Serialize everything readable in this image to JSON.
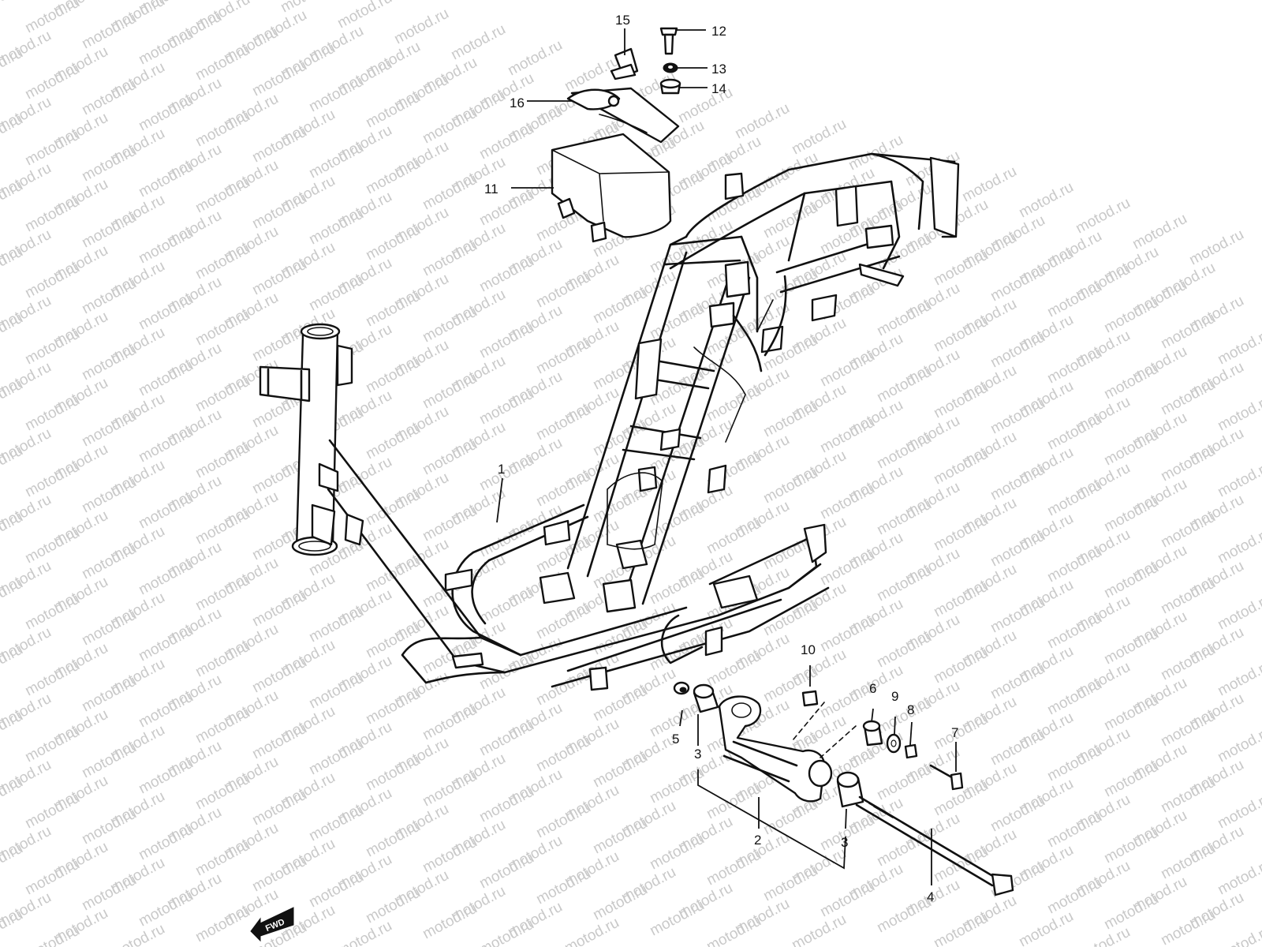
{
  "watermark": {
    "text": "motod.ru",
    "color": "#c9c9c9"
  },
  "direction_badge": {
    "label": "FWD",
    "icon": "arrow-left-icon"
  },
  "callouts": [
    {
      "id": "c1",
      "label": "1"
    },
    {
      "id": "c2",
      "label": "2"
    },
    {
      "id": "c3a",
      "label": "3"
    },
    {
      "id": "c3b",
      "label": "3"
    },
    {
      "id": "c4",
      "label": "4"
    },
    {
      "id": "c5",
      "label": "5"
    },
    {
      "id": "c6",
      "label": "6"
    },
    {
      "id": "c7",
      "label": "7"
    },
    {
      "id": "c8",
      "label": "8"
    },
    {
      "id": "c9",
      "label": "9"
    },
    {
      "id": "c10",
      "label": "10"
    },
    {
      "id": "c11",
      "label": "11"
    },
    {
      "id": "c12",
      "label": "12"
    },
    {
      "id": "c13",
      "label": "13"
    },
    {
      "id": "c14",
      "label": "14"
    },
    {
      "id": "c15",
      "label": "15"
    },
    {
      "id": "c16",
      "label": "16"
    }
  ]
}
